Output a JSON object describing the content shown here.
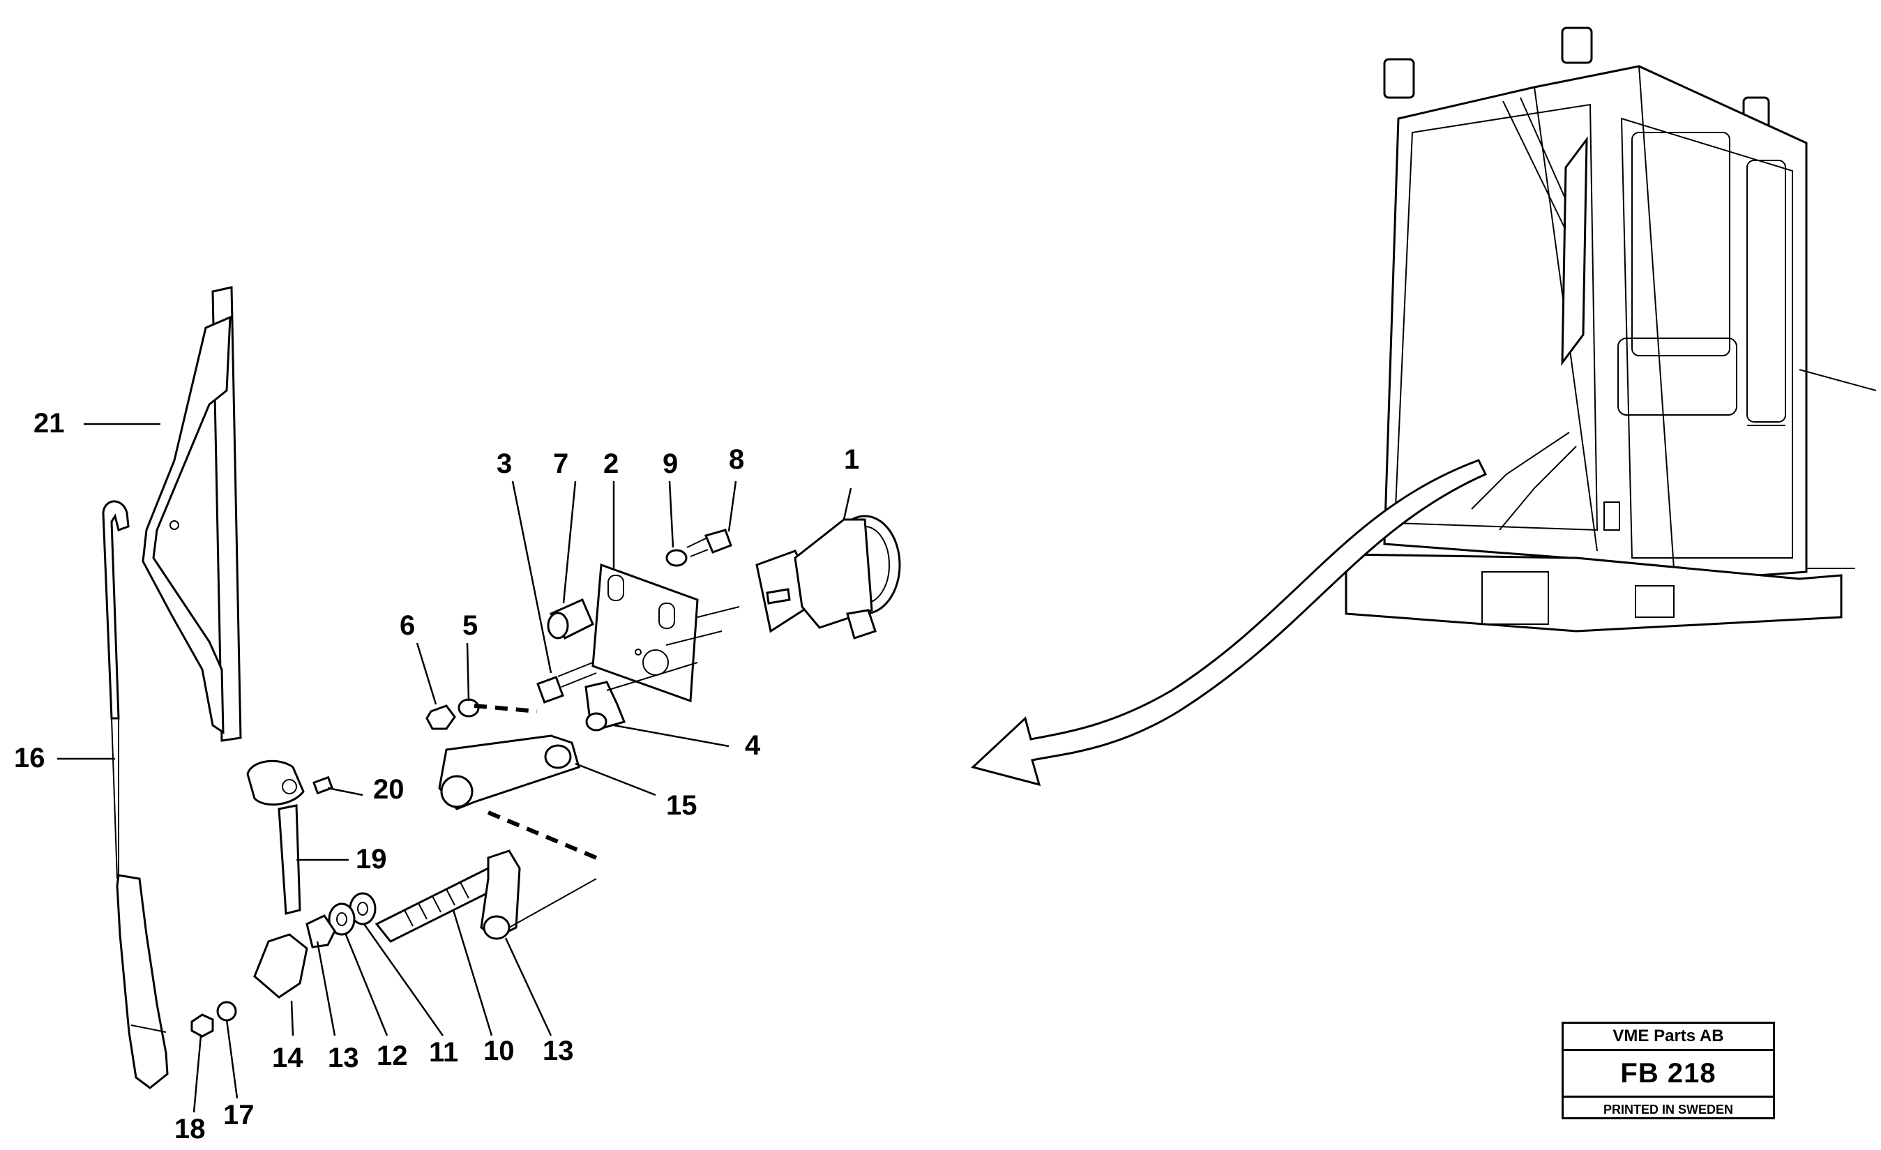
{
  "labels": {
    "p1": "1",
    "p2": "2",
    "p3": "3",
    "p4": "4",
    "p5": "5",
    "p6": "6",
    "p7": "7",
    "p8": "8",
    "p9": "9",
    "p10": "10",
    "p11": "11",
    "p12": "12",
    "p13a": "13",
    "p13b": "13",
    "p14": "14",
    "p15": "15",
    "p16": "16",
    "p17": "17",
    "p18": "18",
    "p19": "19",
    "p20": "20",
    "p21": "21"
  },
  "info_box": {
    "company": "VME Parts AB",
    "code": "FB 218",
    "printed": "PRINTED IN SWEDEN"
  }
}
